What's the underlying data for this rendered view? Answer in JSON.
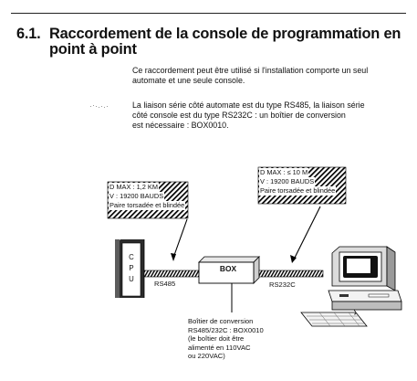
{
  "section": {
    "number": "6.1.",
    "title_line1": "Raccordement de la console de programmation en",
    "title_line2": "point à point"
  },
  "paragraphs": [
    {
      "lines": [
        "Ce raccordement peut être utilisé si l'installation comporte un seul",
        "automate et une seule console."
      ]
    },
    {
      "lines": [
        "La liaison série côté automate est du type RS485, la liaison série",
        "côté console est du type RS232C : un boîtier de conversion",
        "est nécessaire : BOX0010."
      ]
    }
  ],
  "diagram": {
    "cpu_letters": [
      "C",
      "P",
      "U"
    ],
    "box_label": "BOX",
    "left_link_label": "RS485",
    "right_link_label": "RS232C",
    "left_spec": [
      "D MAX : 1,2 KM",
      "V : 19200 BAUDS",
      "Paire torsadée et blindée"
    ],
    "right_spec": [
      "D MAX : ≤ 10 M",
      "V : 19200 BAUDS",
      "Paire torsadée et blindée"
    ],
    "box_note": [
      "Boîtier de conversion",
      "RS485/232C : BOX0010",
      "(le boîtier doit être",
      "alimenté en 110VAC",
      "ou 220VAC)"
    ]
  }
}
